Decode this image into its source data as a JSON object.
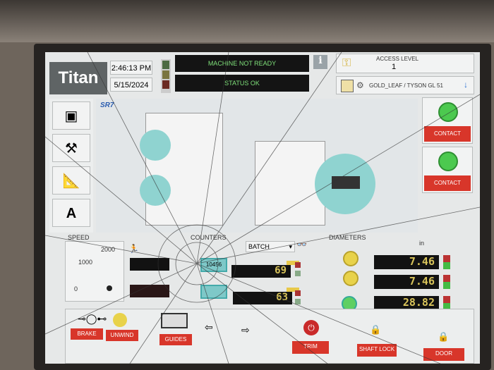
{
  "header": {
    "logo": "Titan",
    "time": "2:46:13 PM",
    "date": "5/15/2024",
    "machine_status": "MACHINE NOT READY",
    "status": "STATUS OK",
    "info_icon": "info-icon",
    "access_level_label": "ACCESS LEVEL",
    "access_level": "1",
    "recipe": "GOLD_LEAF / TYSON GL 51"
  },
  "machine": {
    "model": "SR7"
  },
  "contacts": [
    {
      "label": "CONTACT"
    },
    {
      "label": "CONTACT"
    }
  ],
  "speed": {
    "title": "SPEED",
    "ticks": [
      "2000",
      "1000",
      "0"
    ]
  },
  "counters": {
    "title": "COUNTERS",
    "mode": "BATCH",
    "row1_small": "10456",
    "row1_value": "69",
    "row2_value": "63"
  },
  "diameters": {
    "title": "DIAMETERS",
    "unit": "in",
    "values": [
      "7.46",
      "7.46",
      "28.82"
    ]
  },
  "buttons": {
    "brake": "BRAKE",
    "unwind": "UNWIND",
    "guides": "GUIDES",
    "trim": "TRIM",
    "shaft_lock": "SHAFT LOCK",
    "door": "DOOR"
  },
  "colors": {
    "accent_red": "#d8362a",
    "status_green": "#7fe07a",
    "lcd_amber": "#d9c45a"
  }
}
